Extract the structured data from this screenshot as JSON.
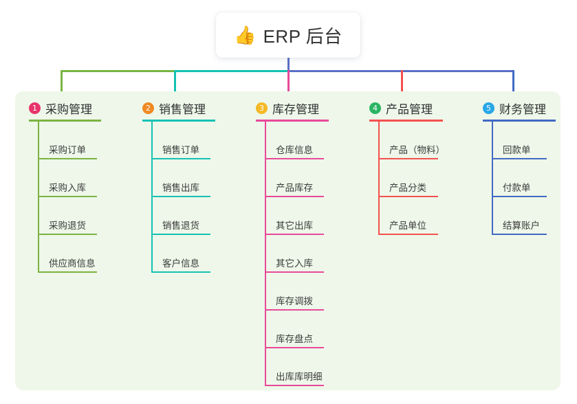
{
  "root": {
    "icon": "thumbs-up-icon",
    "icon_glyph": "👍",
    "title": "ERP 后台"
  },
  "panel": {
    "background": "#eef7e9"
  },
  "connector": {
    "trunk_color": "#5a6ec8",
    "segments": [
      {
        "name": "green-segment",
        "color": "#76b743"
      },
      {
        "name": "teal-segment",
        "color": "#10c4b2"
      },
      {
        "name": "blue-segment",
        "color": "#5a6ec8"
      }
    ]
  },
  "columns": [
    {
      "number": "1",
      "badge_color": "#e8336d",
      "title": "采购管理",
      "line_color": "#7cb342",
      "items": [
        "采购订单",
        "采购入库",
        "采购退货",
        "供应商信息"
      ]
    },
    {
      "number": "2",
      "badge_color": "#f08a24",
      "title": "销售管理",
      "line_color": "#13c2b4",
      "items": [
        "销售订单",
        "销售出库",
        "销售退货",
        "客户信息"
      ]
    },
    {
      "number": "3",
      "badge_color": "#f5b826",
      "title": "库存管理",
      "line_color": "#e8499a",
      "items": [
        "仓库信息",
        "产品库存",
        "其它出库",
        "其它入库",
        "库存调拨",
        "库存盘点",
        "出库库明细"
      ]
    },
    {
      "number": "4",
      "badge_color": "#2bb563",
      "title": "产品管理",
      "line_color": "#f4504e",
      "items": [
        "产品（物料）",
        "产品分类",
        "产品单位"
      ]
    },
    {
      "number": "5",
      "badge_color": "#28a7e8",
      "title": "财务管理",
      "line_color": "#4169c4",
      "items": [
        "回款单",
        "付款单",
        "结算账户"
      ]
    }
  ]
}
